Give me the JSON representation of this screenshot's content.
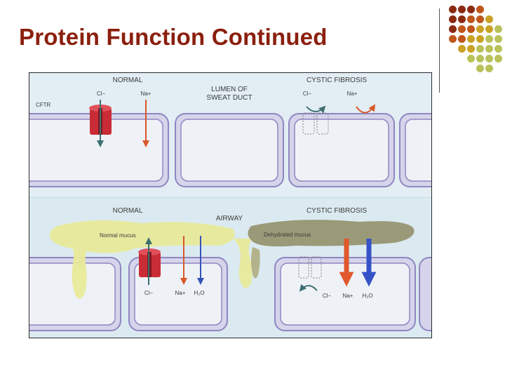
{
  "slide": {
    "title": "Protein Function Continued"
  },
  "decoration": {
    "dot_colors": [
      "#8b2a12",
      "#c0561b",
      "#c9a227",
      "#b9c25a"
    ]
  },
  "diagram": {
    "top": {
      "normal_label": "NORMAL",
      "center_label_line1": "LUMEN OF",
      "center_label_line2": "SWEAT DUCT",
      "cf_label": "CYSTIC FIBROSIS",
      "channel_label": "CFTR",
      "ion_cl": "Cl−",
      "ion_na": "Na+",
      "cf_ion_cl": "Cl−",
      "cf_ion_na": "Na+"
    },
    "bottom": {
      "normal_label": "NORMAL",
      "center_label": "AIRWAY",
      "cf_label": "CYSTIC FIBROSIS",
      "normal_mucus_label": "Normal mucus",
      "dehydrated_mucus_label": "Dehydrated mucus",
      "ion_cl": "Cl−",
      "ion_na": "Na+",
      "water": "H₂O",
      "cf_ion_cl": "Cl−",
      "cf_ion_na": "Na+",
      "cf_water": "H₂O"
    },
    "colors": {
      "background": "#dbeaf1",
      "membrane": "#8f86c2",
      "cell_fill": "#eef2f7",
      "channel": "#c92c36",
      "cl_arrow": "#3f6f72",
      "na_arrow": "#d8582a",
      "water_arrow": "#3552b8",
      "normal_mucus": "#e8ea9a",
      "dehydrated_mucus": "#9a9a78"
    }
  }
}
